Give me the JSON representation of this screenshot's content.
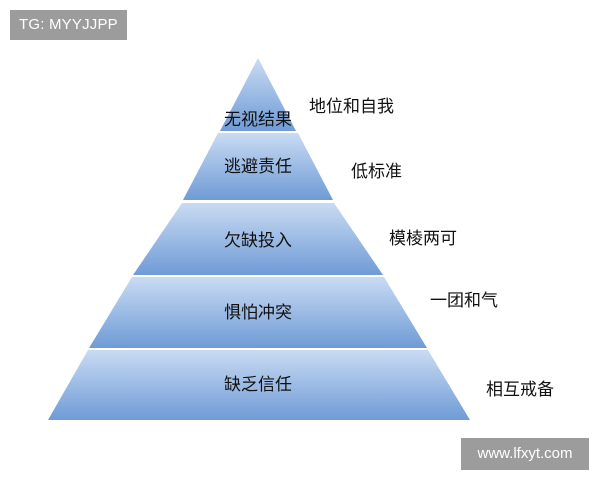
{
  "watermark_top_left": "TG: MYYJJPP",
  "watermark_bottom_right": "www.lfxyt.com",
  "pyramid": {
    "levels": [
      {
        "label": "无视结果",
        "side_label": "地位和自我"
      },
      {
        "label": "逃避责任",
        "side_label": "低标准"
      },
      {
        "label": "欠缺投入",
        "side_label": "模棱两可"
      },
      {
        "label": "惧怕冲突",
        "side_label": "一团和气"
      },
      {
        "label": "缺乏信任",
        "side_label": "相互戒备"
      }
    ]
  },
  "colors": {
    "band_light": "#c9dbf3",
    "band_dark": "#6f9bd6",
    "band_divider": "#ffffff",
    "text": "#111111"
  }
}
